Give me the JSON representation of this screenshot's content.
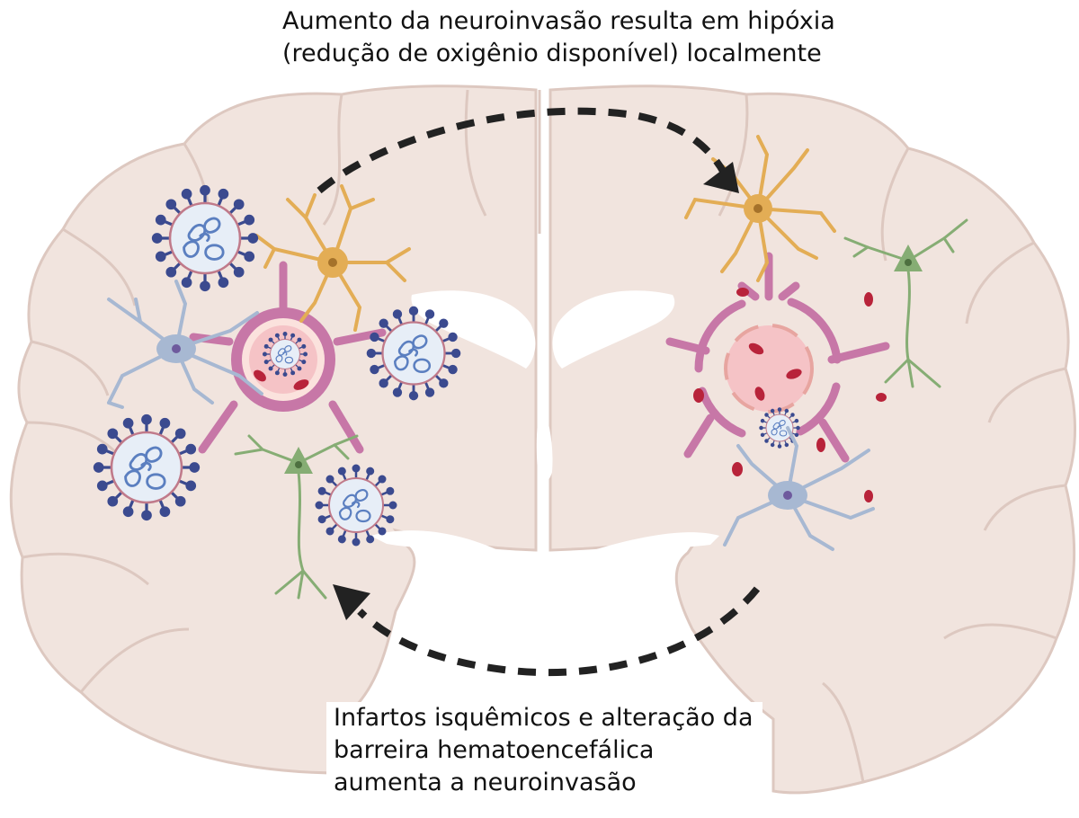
{
  "captions": {
    "top": {
      "line1": "Aumento da neuroinvasão resulta em hipóxia",
      "line2": "(redução de oxigênio disponível) localmente"
    },
    "bottom": {
      "line1": "Infartos isquêmicos e alteração da",
      "line2": "barreira hematoencefálica",
      "line3": "aumenta a neuroinvasão"
    }
  },
  "colors": {
    "background": "#ffffff",
    "brain_tissue": "#f1e4de",
    "brain_outline": "#ddc8c0",
    "ventricle": "#ffffff",
    "virus_spike": "#3b4a8f",
    "virus_body": "#e7eef7",
    "virus_rna": "#5b7fc0",
    "astrocyte": "#e3ad55",
    "microglia": "#a7b8d2",
    "neuron": "#86ad74",
    "pericyte": "#c777a7",
    "vessel_lumen": "#f5c3c6",
    "red_blood_cell": "#b8233a",
    "arrow": "#222222",
    "text": "#111111"
  }
}
